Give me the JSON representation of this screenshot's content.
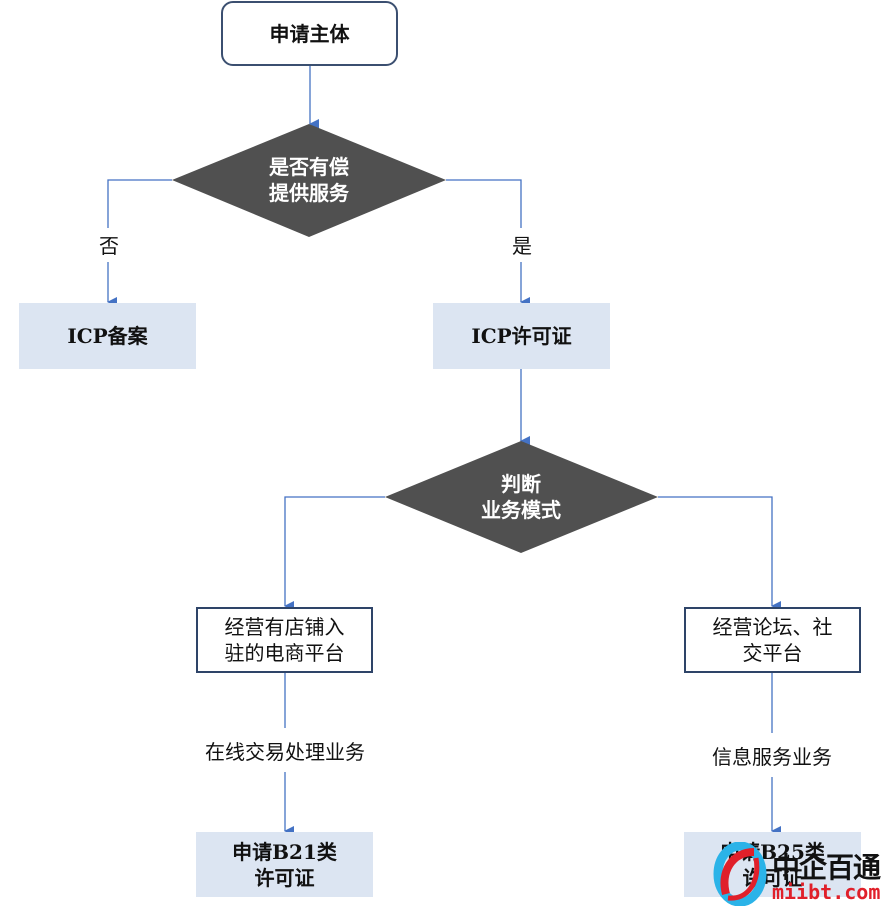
{
  "diagram": {
    "colors": {
      "connector": "#4472c4",
      "decision_fill": "#505050",
      "result_fill": "#dce5f2",
      "outline_border": "#2e4468"
    },
    "nodes": {
      "start": "申请主体",
      "decision_paid": [
        "是否有偿",
        "提供服务"
      ],
      "icp_filing": "ICP备案",
      "icp_license": "ICP许可证",
      "decision_mode": [
        "判断",
        "业务模式"
      ],
      "ecommerce": [
        "经营有店铺入",
        "驻的电商平台"
      ],
      "forum": [
        "经营论坛、社",
        "交平台"
      ],
      "b21": [
        "申请B21类",
        "许可证"
      ],
      "b25": [
        "申请B25类",
        "许可证"
      ]
    },
    "edge_labels": {
      "no": "否",
      "yes": "是",
      "online_trading": "在线交易处理业务",
      "info_service": "信息服务业务"
    }
  },
  "watermark": {
    "brand": "中企百通",
    "url": "miibt.com"
  }
}
